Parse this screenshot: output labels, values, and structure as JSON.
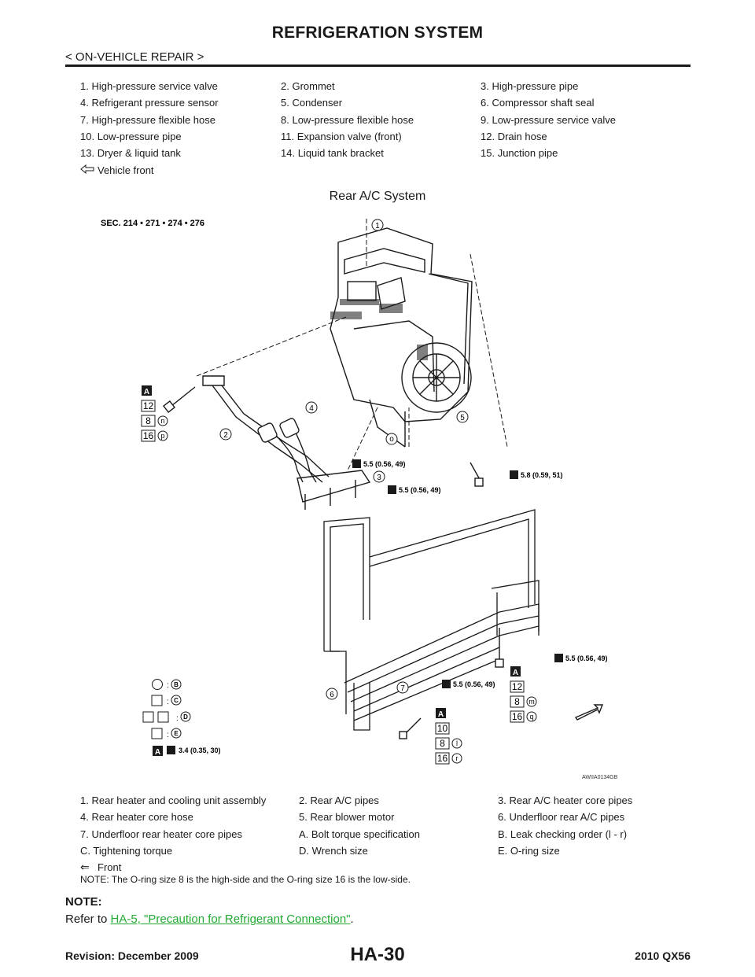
{
  "header": {
    "title": "REFRIGERATION SYSTEM",
    "breadcrumb": "< ON-VEHICLE REPAIR >"
  },
  "front_legend": {
    "rows": [
      [
        {
          "num": "1.",
          "text": "High-pressure service valve"
        },
        {
          "num": "2.",
          "text": "Grommet"
        },
        {
          "num": "3.",
          "text": "High-pressure pipe"
        }
      ],
      [
        {
          "num": "4.",
          "text": "Refrigerant pressure sensor"
        },
        {
          "num": "5.",
          "text": "Condenser"
        },
        {
          "num": "6.",
          "text": "Compressor shaft seal"
        }
      ],
      [
        {
          "num": "7.",
          "text": "High-pressure flexible hose"
        },
        {
          "num": "8.",
          "text": "Low-pressure flexible hose"
        },
        {
          "num": "9.",
          "text": "Low-pressure service valve"
        }
      ],
      [
        {
          "num": "10.",
          "text": "Low-pressure pipe"
        },
        {
          "num": "11.",
          "text": "Expansion valve (front)"
        },
        {
          "num": "12.",
          "text": "Drain hose"
        }
      ],
      [
        {
          "num": "13.",
          "text": "Dryer & liquid tank"
        },
        {
          "num": "14.",
          "text": "Liquid tank bracket"
        },
        {
          "num": "15.",
          "text": "Junction pipe"
        }
      ]
    ],
    "vehicle_front_label": "Vehicle front"
  },
  "section_title": "Rear A/C System",
  "diagram": {
    "sec_label": "SEC. 214 • 271 • 274 • 276",
    "callouts": [
      "1",
      "2",
      "3",
      "4",
      "5",
      "6",
      "7"
    ],
    "torques": {
      "t1": "5.5 (0.56, 49)",
      "t2": "5.5 (0.56, 49)",
      "t3": "5.8 (0.59, 51)",
      "t4": "5.5 (0.56, 49)",
      "t5": "5.5 (0.56, 49)",
      "t6": "3.4 (0.35, 30)"
    },
    "stacks": {
      "left": {
        "a": "A",
        "b": "12",
        "c": "8",
        "d": "n",
        "e": "16",
        "f": "p"
      },
      "right": {
        "a": "A",
        "b": "12",
        "c": "8",
        "d": "m",
        "e": "16",
        "f": "q"
      },
      "bottom": {
        "a": "A",
        "b": "10",
        "c": "8",
        "d": "l",
        "e": "16",
        "f": "r"
      }
    },
    "o_label": "o",
    "key": {
      "b": "B",
      "c": "C",
      "d": "D",
      "e": "E",
      "a": "A",
      "colon": ":"
    },
    "figure_code": "AWIIA0134GB"
  },
  "rear_legend": {
    "rows": [
      [
        {
          "num": "1.",
          "text": "Rear heater and cooling unit assembly"
        },
        {
          "num": "2.",
          "text": "Rear A/C pipes"
        },
        {
          "num": "3.",
          "text": "Rear A/C heater core pipes"
        }
      ],
      [
        {
          "num": "4.",
          "text": "Rear heater core hose"
        },
        {
          "num": "5.",
          "text": "Rear blower motor"
        },
        {
          "num": "6.",
          "text": "Underfloor rear A/C pipes"
        }
      ],
      [
        {
          "num": "7.",
          "text": "Underfloor rear heater core pipes"
        },
        {
          "num": "A.",
          "text": "Bolt torque specification"
        },
        {
          "num": "B.",
          "text": "Leak checking order (l - r)"
        }
      ],
      [
        {
          "num": "C.",
          "text": "Tightening torque"
        },
        {
          "num": "D.",
          "text": "Wrench size"
        },
        {
          "num": "E.",
          "text": "O-ring size"
        }
      ]
    ],
    "front_arrow": "⇐",
    "front_label": "Front",
    "note": "NOTE: The O-ring size 8 is the high-side and the O-ring size 16 is the low-side."
  },
  "note_block": {
    "heading": "NOTE:",
    "prefix": "Refer to ",
    "link": "HA-5, \"Precaution for Refrigerant Connection\"",
    "suffix": "."
  },
  "footer": {
    "revision": "Revision: December 2009",
    "page": "HA-30",
    "model": "2010 QX56"
  }
}
